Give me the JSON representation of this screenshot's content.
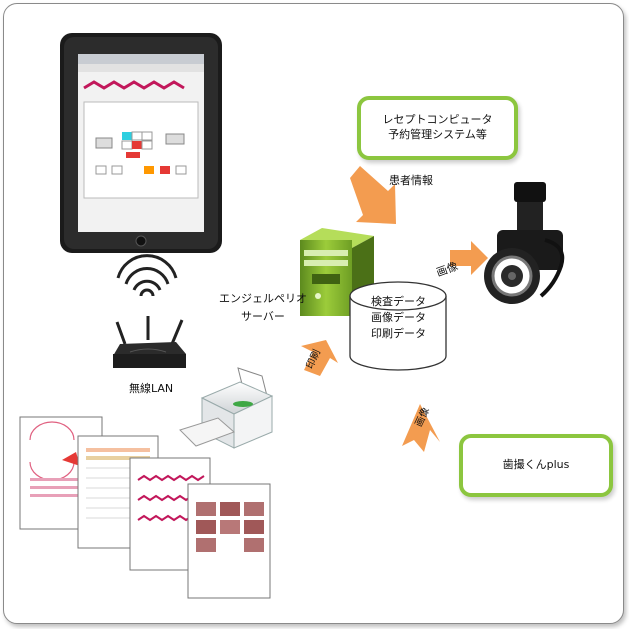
{
  "boxes": {
    "receipt_line1": "レセプトコンピュータ",
    "receipt_line2": "予約管理システム等",
    "shisatsu": "歯撮くんplus"
  },
  "labels": {
    "patient_info": "患者情報",
    "server_line1": "エンジェルペリオ",
    "server_line2": "サーバー",
    "image_top": "画像",
    "image_bottom": "画像",
    "print": "印刷",
    "wireless": "無線LAN",
    "db_line1": "検査データ",
    "db_line2": "画像データ",
    "db_line3": "印刷データ"
  },
  "colors": {
    "arrow": "#f39c50",
    "box_border": "#8cc63f"
  }
}
